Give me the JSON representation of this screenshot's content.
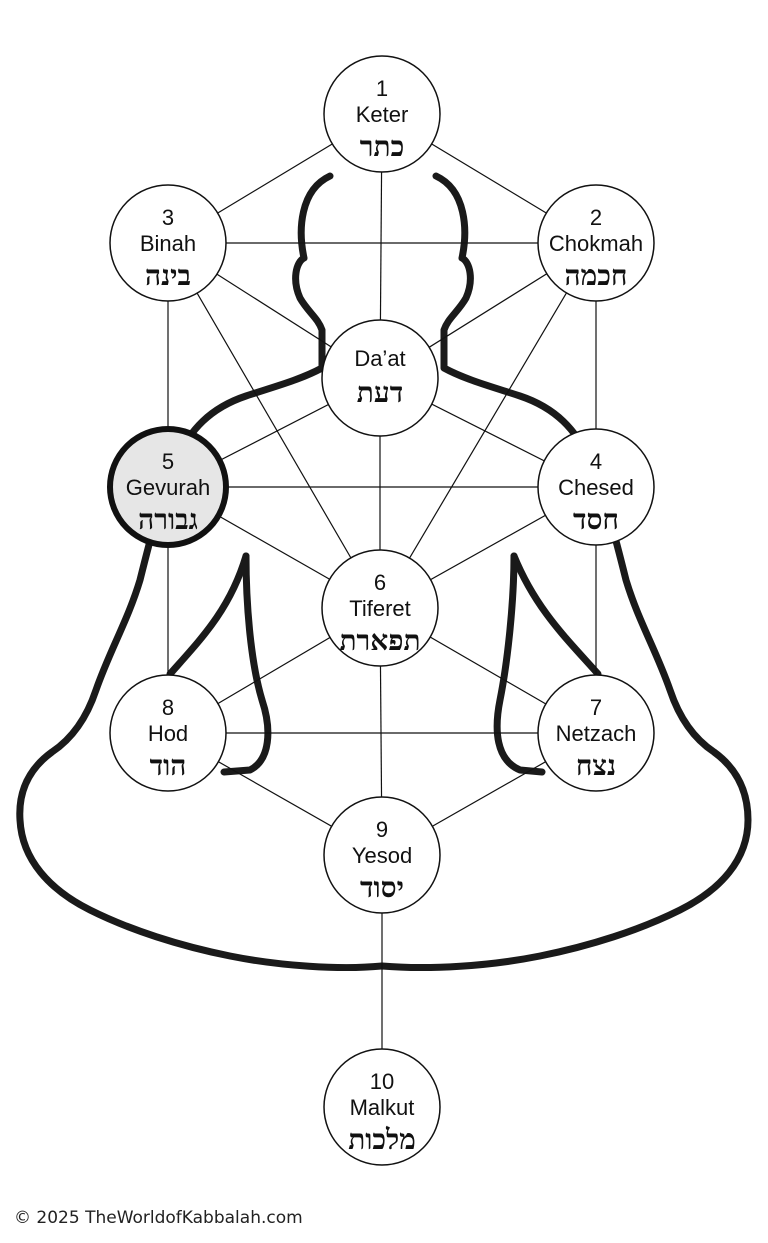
{
  "sefirot": [
    {
      "key": "keter",
      "number": "1",
      "name": "Keter",
      "hebrew": "כתר",
      "highlighted": false
    },
    {
      "key": "chokmah",
      "number": "2",
      "name": "Chokmah",
      "hebrew": "חכמה",
      "highlighted": false
    },
    {
      "key": "binah",
      "number": "3",
      "name": "Binah",
      "hebrew": "בינה",
      "highlighted": false
    },
    {
      "key": "daat",
      "number": "",
      "name": "Da’at",
      "hebrew": "דעת",
      "highlighted": false
    },
    {
      "key": "chesed",
      "number": "4",
      "name": "Chesed",
      "hebrew": "חסד",
      "highlighted": false
    },
    {
      "key": "gevurah",
      "number": "5",
      "name": "Gevurah",
      "hebrew": "גבורה",
      "highlighted": true
    },
    {
      "key": "tiferet",
      "number": "6",
      "name": "Tiferet",
      "hebrew": "תפארת",
      "highlighted": false
    },
    {
      "key": "netzach",
      "number": "7",
      "name": "Netzach",
      "hebrew": "נצח",
      "highlighted": false
    },
    {
      "key": "hod",
      "number": "8",
      "name": "Hod",
      "hebrew": "הוד",
      "highlighted": false
    },
    {
      "key": "yesod",
      "number": "9",
      "name": "Yesod",
      "hebrew": "יסוד",
      "highlighted": false
    },
    {
      "key": "malkut",
      "number": "10",
      "name": "Malkut",
      "hebrew": "מלכות",
      "highlighted": false
    }
  ],
  "paths": [
    [
      "keter",
      "chokmah"
    ],
    [
      "keter",
      "binah"
    ],
    [
      "keter",
      "daat"
    ],
    [
      "binah",
      "chokmah"
    ],
    [
      "binah",
      "daat"
    ],
    [
      "chokmah",
      "daat"
    ],
    [
      "binah",
      "gevurah"
    ],
    [
      "chokmah",
      "chesed"
    ],
    [
      "binah",
      "tiferet"
    ],
    [
      "chokmah",
      "tiferet"
    ],
    [
      "daat",
      "gevurah"
    ],
    [
      "daat",
      "chesed"
    ],
    [
      "daat",
      "tiferet"
    ],
    [
      "gevurah",
      "chesed"
    ],
    [
      "gevurah",
      "tiferet"
    ],
    [
      "chesed",
      "tiferet"
    ],
    [
      "gevurah",
      "hod"
    ],
    [
      "chesed",
      "netzach"
    ],
    [
      "tiferet",
      "hod"
    ],
    [
      "tiferet",
      "netzach"
    ],
    [
      "tiferet",
      "yesod"
    ],
    [
      "hod",
      "netzach"
    ],
    [
      "hod",
      "yesod"
    ],
    [
      "netzach",
      "yesod"
    ],
    [
      "yesod",
      "malkut"
    ]
  ],
  "colors": {
    "highlight_fill": "#e6e6e6",
    "node_fill": "#ffffff",
    "stroke": "#111111"
  },
  "copyright": "© 2025 TheWorldofKabbalah.com"
}
